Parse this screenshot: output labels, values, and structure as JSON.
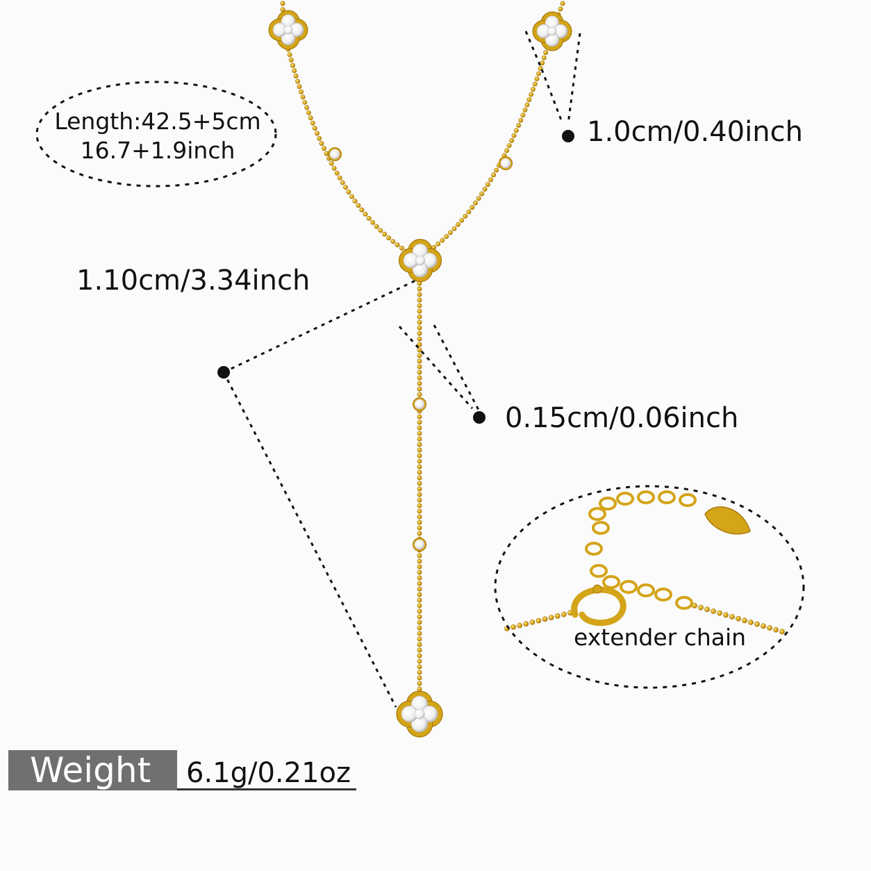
{
  "length": {
    "line1": "Length:42.5+5cm",
    "line2": "16.7+1.9inch"
  },
  "dimensions": {
    "pendant_size": "1.0cm/0.40inch",
    "drop_length": "1.10cm/3.34inch",
    "chain_width": "0.15cm/0.06inch"
  },
  "extender": {
    "label": "extender chain"
  },
  "weight": {
    "label": "Weight",
    "value": "6.1g/0.21oz"
  },
  "colors": {
    "gold": "#d4a419",
    "gold_dark": "#a87a0c",
    "crystal": "#f4f4f4",
    "annotation": "#111111",
    "weight_box": "#707070"
  }
}
